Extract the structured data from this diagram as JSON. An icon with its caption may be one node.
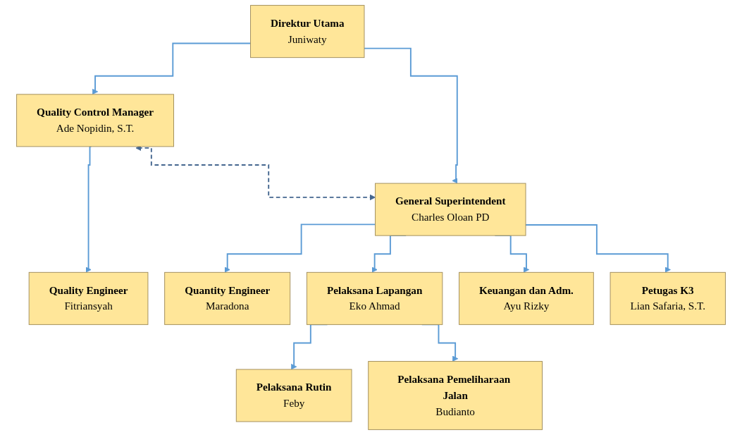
{
  "diagram": {
    "nodes": [
      {
        "text": [
          "Direktur Utama",
          "Juniwaty"
        ]
      },
      {
        "text": [
          "Quality Control Manager",
          "Ade Nopidin, S.T."
        ]
      },
      {
        "text": [
          "General Superintendent",
          "Charles Oloan PD"
        ]
      },
      {
        "text": [
          "Quality Engineer",
          "Fitriansyah"
        ]
      },
      {
        "text": [
          "Quantity Engineer",
          "Maradona"
        ]
      },
      {
        "text": [
          "Pelaksana Lapangan",
          "Eko Ahmad"
        ]
      },
      {
        "text": [
          "Keuangan dan Adm.",
          "Ayu Rizky"
        ]
      },
      {
        "text": [
          "Petugas K3",
          "Lian Safaria, S.T."
        ]
      },
      {
        "text": [
          "Pelaksana Rutin",
          "Feby"
        ]
      },
      {
        "text": [
          "Pelaksana Pemeliharaan Jalan",
          "Budianto"
        ]
      }
    ],
    "edges": [
      {
        "from": 0,
        "to": 1,
        "arrow": "to"
      },
      {
        "from": 0,
        "to": 2,
        "arrow": "to"
      },
      {
        "from": 1,
        "to": 2,
        "arrow": "both",
        "style": "dashed",
        "color": "#44668f"
      },
      {
        "from": 1,
        "to": 3,
        "arrow": "to"
      },
      {
        "from": 2,
        "to": 4,
        "arrow": "to"
      },
      {
        "from": 2,
        "to": 5,
        "arrow": "to"
      },
      {
        "from": 2,
        "to": 6,
        "arrow": "to"
      },
      {
        "from": 2,
        "to": 7,
        "arrow": "to"
      },
      {
        "from": 5,
        "to": 8,
        "arrow": "to"
      },
      {
        "from": 5,
        "to": 9,
        "arrow": "to"
      }
    ]
  }
}
